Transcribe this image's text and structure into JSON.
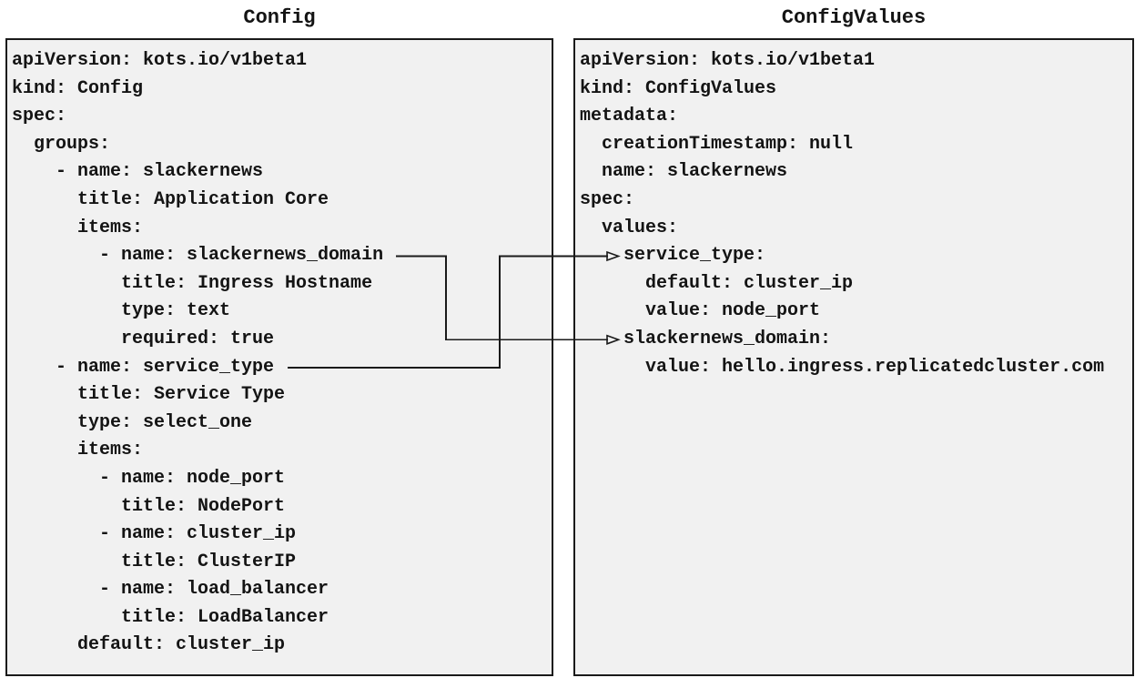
{
  "left_panel": {
    "title": "Config",
    "lines": [
      "apiVersion: kots.io/v1beta1",
      "kind: Config",
      "spec:",
      "  groups:",
      "    - name: slackernews",
      "      title: Application Core",
      "      items:",
      "        - name: slackernews_domain",
      "          title: Ingress Hostname",
      "          type: text",
      "          required: true",
      "    - name: service_type",
      "      title: Service Type",
      "      type: select_one",
      "      items:",
      "        - name: node_port",
      "          title: NodePort",
      "        - name: cluster_ip",
      "          title: ClusterIP",
      "        - name: load_balancer",
      "          title: LoadBalancer",
      "      default: cluster_ip"
    ]
  },
  "right_panel": {
    "title": "ConfigValues",
    "lines": [
      "apiVersion: kots.io/v1beta1",
      "kind: ConfigValues",
      "metadata:",
      "  creationTimestamp: null",
      "  name: slackernews",
      "spec:",
      "  values:",
      "    service_type:",
      "      default: cluster_ip",
      "      value: node_port",
      "    slackernews_domain:",
      "      value: hello.ingress.replicatedcluster.com"
    ]
  },
  "connections": [
    {
      "from": "Config item name: slackernews_domain",
      "to": "ConfigValues spec.values.slackernews_domain"
    },
    {
      "from": "Config item name: service_type",
      "to": "ConfigValues spec.values.service_type"
    }
  ],
  "colors": {
    "background": "#ffffff",
    "panel_fill": "#f1f1f1",
    "panel_border": "#1a1a1a",
    "text": "#141414",
    "arrow": "#1a1a1a"
  }
}
